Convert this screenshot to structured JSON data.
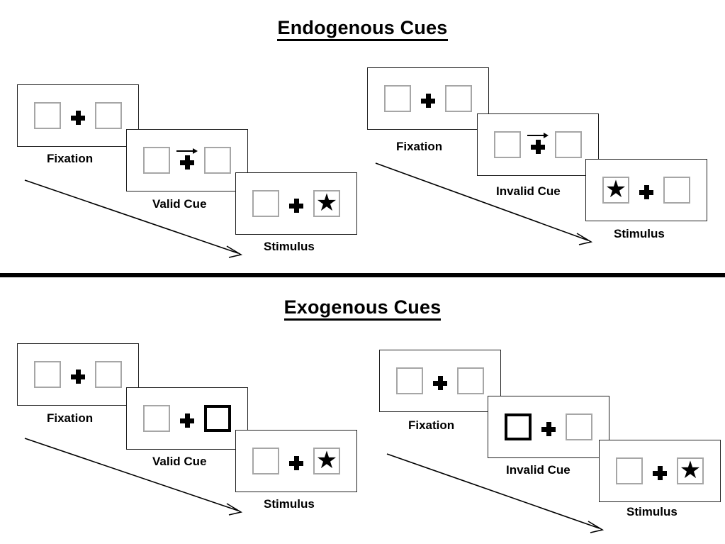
{
  "sections": [
    {
      "title": "Endogenous Cues",
      "flows": [
        {
          "name": "valid",
          "stages": [
            {
              "label": "Fixation",
              "left_box": "empty",
              "right_box": "empty",
              "cue": "none",
              "arrow": false
            },
            {
              "label": "Valid Cue",
              "left_box": "empty",
              "right_box": "empty",
              "cue": "arrow-right",
              "arrow": true
            },
            {
              "label": "Stimulus",
              "left_box": "empty",
              "right_box": "star",
              "cue": "none",
              "arrow": false
            }
          ]
        },
        {
          "name": "invalid",
          "stages": [
            {
              "label": "Fixation",
              "left_box": "empty",
              "right_box": "empty",
              "cue": "none",
              "arrow": false
            },
            {
              "label": "Invalid Cue",
              "left_box": "empty",
              "right_box": "empty",
              "cue": "arrow-right",
              "arrow": true
            },
            {
              "label": "Stimulus",
              "left_box": "star",
              "right_box": "empty",
              "cue": "none",
              "arrow": false
            }
          ]
        }
      ]
    },
    {
      "title": "Exogenous Cues",
      "flows": [
        {
          "name": "valid",
          "stages": [
            {
              "label": "Fixation",
              "left_box": "empty",
              "right_box": "empty",
              "cue": "none",
              "arrow": false
            },
            {
              "label": "Valid Cue",
              "left_box": "empty",
              "right_box": "cued",
              "cue": "none",
              "arrow": false
            },
            {
              "label": "Stimulus",
              "left_box": "empty",
              "right_box": "star",
              "cue": "none",
              "arrow": false
            }
          ]
        },
        {
          "name": "invalid",
          "stages": [
            {
              "label": "Fixation",
              "left_box": "empty",
              "right_box": "empty",
              "cue": "none",
              "arrow": false
            },
            {
              "label": "Invalid Cue",
              "left_box": "cued",
              "right_box": "empty",
              "cue": "none",
              "arrow": false
            },
            {
              "label": "Stimulus",
              "left_box": "empty",
              "right_box": "star",
              "cue": "none",
              "arrow": false
            }
          ]
        }
      ]
    }
  ],
  "glyphs": {
    "star": "★"
  },
  "colors": {
    "box_outline": "#a6a6a6",
    "cued_outline": "#000000",
    "panel_outline": "#202020",
    "ink": "#000000",
    "background": "#ffffff"
  }
}
